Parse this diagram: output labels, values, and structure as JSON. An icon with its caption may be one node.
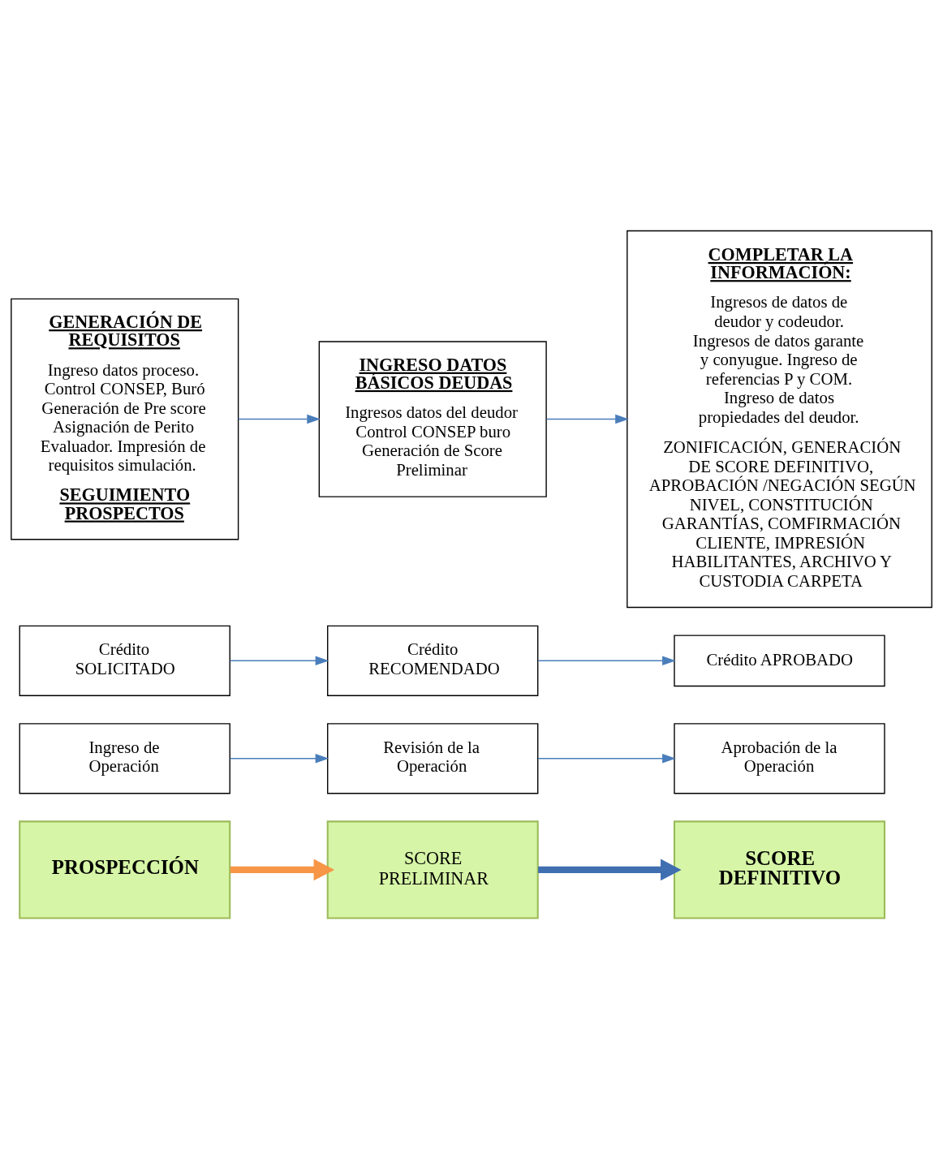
{
  "diagram": {
    "nodes": [
      {
        "text": [
          "PROSPECCIÓN"
        ]
      },
      {
        "text": [
          "SCORE PRELIMINAR"
        ]
      },
      {
        "text": [
          "SCORE DEFINITIVO"
        ]
      },
      {
        "text": [
          "Ingreso de Operación"
        ]
      },
      {
        "text": [
          "Revisión de la Operación"
        ]
      },
      {
        "text": [
          "Aprobación de la Operación"
        ]
      },
      {
        "text": [
          "Crédito SOLICITADO"
        ]
      },
      {
        "text": [
          "Crédito RECOMENDADO"
        ]
      },
      {
        "text": [
          "Crédito APROBADO"
        ]
      },
      {
        "text": [
          "GENERACIÓN DE REQUISITOS",
          "Ingreso datos proceso. Control CONSEP, Buró Generación de Pre score Asignación de Perito Evaluador. Impresión de requisitos simulación.",
          "SEGUIMIENTO PROSPECTOS"
        ]
      },
      {
        "text": [
          "INGRESO DATOS BÁSICOS DEUDAS",
          "Ingresos datos del deudor Control CONSEP buro Generación de Score Preliminar"
        ]
      },
      {
        "text": [
          "COMPLETAR LA INFORMACIÓN:",
          "Ingresos de datos de deudor y codeudor. Ingresos de datos garante y conyugue. Ingreso de referencias P y COM. Ingreso de datos propiedades del deudor.",
          "ZONIFICACIÓN, GENERACIÓN DE SCORE DEFINITIVO, APROBACIÓN /NEGACIÓN SEGÚN NIVEL, CONSTITUCIÓN GARANTÍAS, COMFIRMACIÓN CLIENTE, IMPRESIÓN HABILITANTES, ARCHIVO Y CUSTODIA CARPETA"
        ]
      }
    ],
    "edges": [
      {
        "from": 0,
        "to": 1,
        "arrow": "to",
        "style": "thick",
        "color": "#f79646"
      },
      {
        "from": 1,
        "to": 2,
        "arrow": "to",
        "style": "thick",
        "color": "#3f6fb0"
      },
      {
        "from": 3,
        "to": 4,
        "arrow": "to"
      },
      {
        "from": 4,
        "to": 5,
        "arrow": "to"
      },
      {
        "from": 6,
        "to": 7,
        "arrow": "to"
      },
      {
        "from": 7,
        "to": 8,
        "arrow": "to"
      },
      {
        "from": 9,
        "to": 10,
        "arrow": "to"
      },
      {
        "from": 10,
        "to": 11,
        "arrow": "to"
      }
    ]
  }
}
